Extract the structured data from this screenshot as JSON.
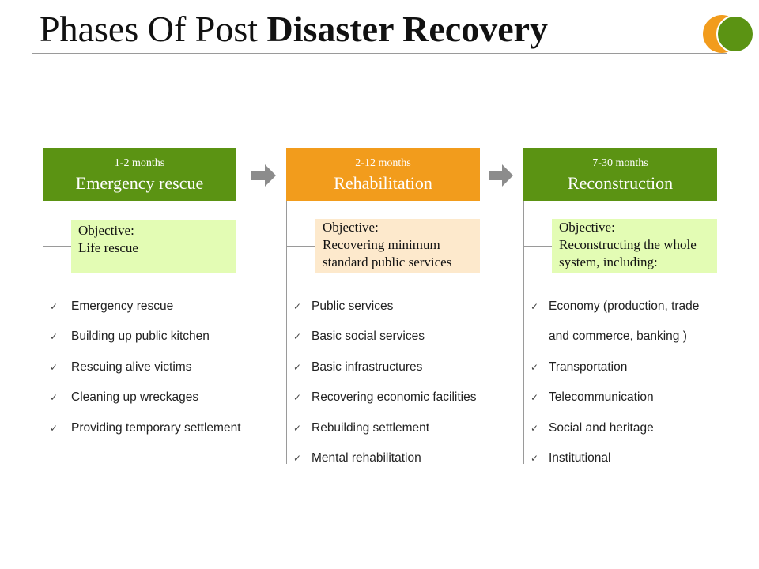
{
  "title": {
    "normal": "Phases Of Post ",
    "bold": "Disaster Recovery"
  },
  "colors": {
    "green": "#5b9313",
    "orange": "#f29c1c",
    "green_light": "#e3fcb4",
    "orange_light": "#fde9cc"
  },
  "phases": [
    {
      "duration": "1-2 months",
      "name": "Emergency rescue",
      "objective_label": "Objective:",
      "objective_text": "Life rescue",
      "items": [
        {
          "check": "✓",
          "text": "Emergency rescue"
        },
        {
          "check": "✓",
          "text": "Building up public kitchen"
        },
        {
          "check": "✓",
          "text": "Rescuing alive victims"
        },
        {
          "check": "✓",
          "text": "Cleaning up wreckages"
        },
        {
          "check": "✓",
          "text": "Providing temporary settlement"
        }
      ]
    },
    {
      "duration": "2-12 months",
      "name": "Rehabilitation",
      "objective_label": "Objective:",
      "objective_text": "Recovering minimum standard public services",
      "items": [
        {
          "check": "✓",
          "text": "Public services"
        },
        {
          "check": "✓",
          "text": "Basic social services"
        },
        {
          "check": "✓",
          "text": "Basic infrastructures"
        },
        {
          "check": "✓",
          "text": "Recovering economic facilities"
        },
        {
          "check": "✓",
          "text": "Rebuilding settlement"
        },
        {
          "check": "✓",
          "text": "Mental rehabilitation"
        }
      ]
    },
    {
      "duration": "7-30 months",
      "name": "Reconstruction",
      "objective_label": "Objective:",
      "objective_text": "Reconstructing the whole system, including:",
      "items": [
        {
          "check": "✓",
          "text": "Economy (production, trade"
        },
        {
          "check": "",
          "text": "and commerce, banking )"
        },
        {
          "check": "✓",
          "text": "Transportation"
        },
        {
          "check": "✓",
          "text": "Telecommunication"
        },
        {
          "check": "✓",
          "text": "Social and heritage"
        },
        {
          "check": "✓",
          "text": "Institutional"
        }
      ]
    }
  ]
}
